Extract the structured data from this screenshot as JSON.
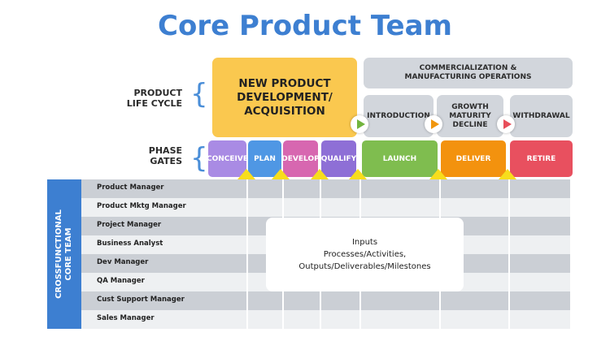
{
  "title": "Core Product Team",
  "labels": {
    "product_life_cycle": [
      "PRODUCT",
      "LIFE CYCLE"
    ],
    "phase_gates": [
      "PHASE",
      "GATES"
    ],
    "side": [
      "CROSSFUNCTIONAL",
      "CORE TEAM"
    ]
  },
  "lifecycle": {
    "npd": [
      "NEW PRODUCT",
      "DEVELOPMENT/",
      "ACQUISITION"
    ],
    "commercialization": [
      "COMMERCIALIZATION &",
      "MANUFACTURING OPERATIONS"
    ],
    "introduction": "INTRODUCTION",
    "growth": [
      "GROWTH",
      "MATURITY",
      "DECLINE"
    ],
    "withdrawal": "WITHDRAWAL"
  },
  "gates": [
    {
      "label": "CONCEIVE",
      "color": "#a98be4"
    },
    {
      "label": "PLAN",
      "color": "#4f97e4"
    },
    {
      "label": "DEVELOP",
      "color": "#d767b0"
    },
    {
      "label": "QUALIFY",
      "color": "#8e6fd6"
    },
    {
      "label": "LAUNCH",
      "color": "#7fbd4f"
    },
    {
      "label": "DELIVER",
      "color": "#f3920e"
    },
    {
      "label": "RETIRE",
      "color": "#e8505f"
    }
  ],
  "play_colors": [
    "#72b43e",
    "#f0960f",
    "#e84e5a"
  ],
  "roles": [
    "Product Manager",
    "Product Mktg Manager",
    "Project Manager",
    "Business Analyst",
    "Dev Manager",
    "QA Manager",
    "Cust Support Manager",
    "Sales Manager"
  ],
  "callout": [
    "Inputs",
    "Processes/Activities,",
    "Outputs/Deliverables/Milestones"
  ]
}
